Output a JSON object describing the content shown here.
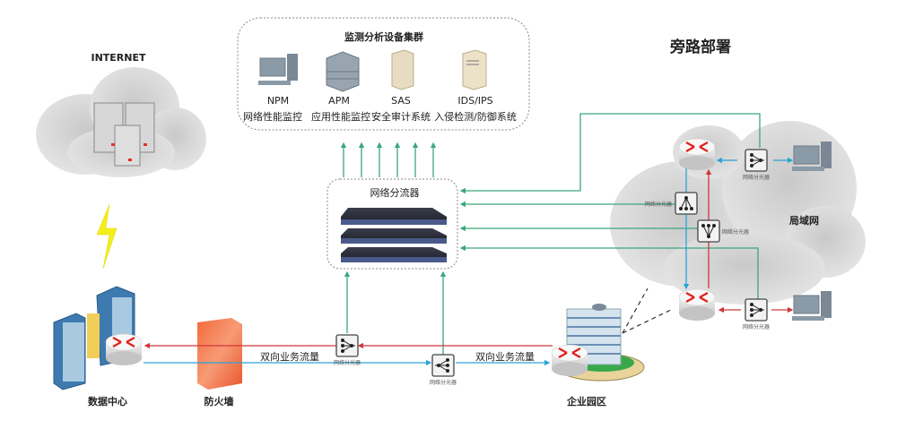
{
  "title": "旁路部署",
  "monitor_cluster": {
    "title": "监测分析设备集群",
    "devices": [
      {
        "abbr": "NPM",
        "name": "网络性能监控",
        "icon": "desktop-computer-icon"
      },
      {
        "abbr": "APM",
        "name": "应用性能监控",
        "icon": "rack-server-icon"
      },
      {
        "abbr": "SAS",
        "name": "安全审计系统",
        "icon": "tower-server-icon"
      },
      {
        "abbr": "IDS/IPS",
        "name": "入侵检测/防御系统",
        "icon": "tower-server-icon"
      }
    ]
  },
  "packet_broker": {
    "label": "网络分流器",
    "units": 3
  },
  "tap_label": "网络分光器",
  "internet": {
    "label": "INTERNET"
  },
  "datacenter": {
    "label": "数据中心"
  },
  "firewall": {
    "label": "防火墙"
  },
  "campus": {
    "label": "企业园区"
  },
  "lan": {
    "label": "局域网"
  },
  "traffic_labels": [
    "双向业务流量",
    "双向业务流量"
  ],
  "colors": {
    "green_link": "#3aa77a",
    "blue_link": "#2aa3d6",
    "red_link": "#d0363a",
    "cloud": "#dcdcdc",
    "router_arrow": "#e0201b",
    "firewall": "#f06a3a"
  }
}
